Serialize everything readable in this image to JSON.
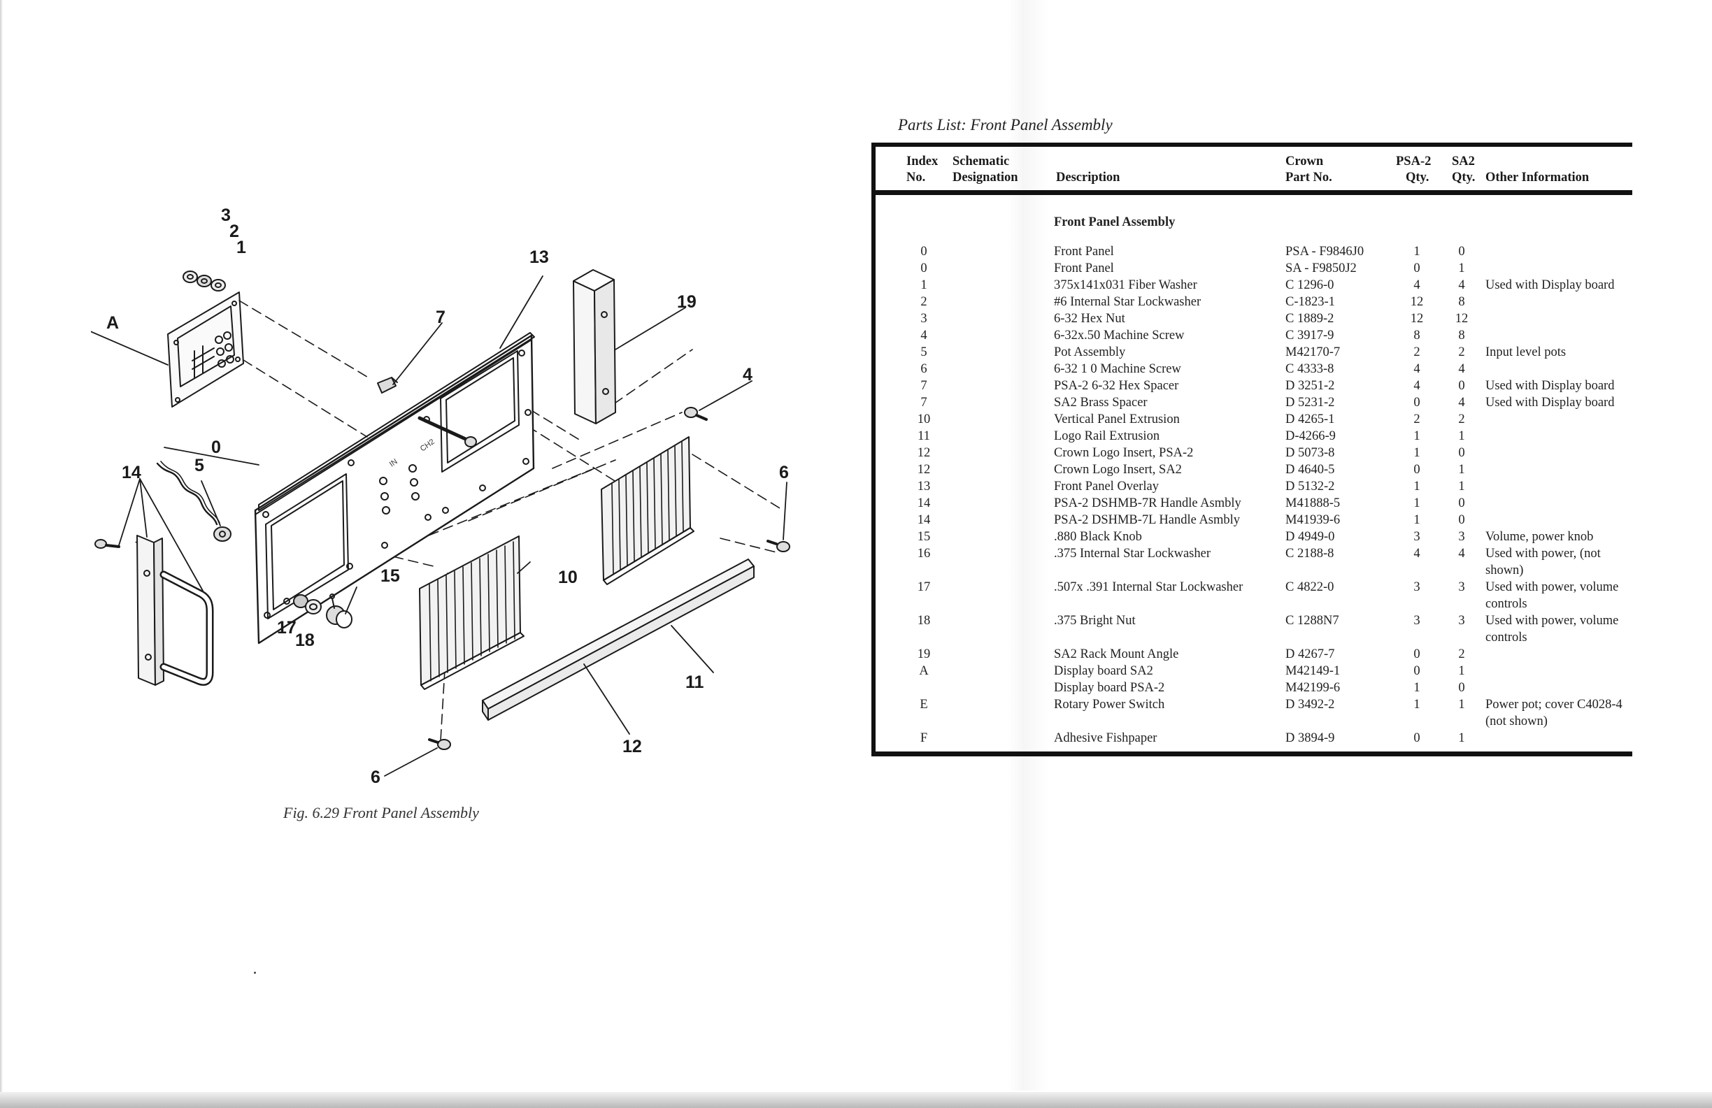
{
  "figure": {
    "caption": "Fig. 6.29  Front Panel Assembly",
    "callouts": [
      "3",
      "2",
      "1",
      "A",
      "13",
      "7",
      "19",
      "4",
      "0",
      "14",
      "5",
      "6",
      "15",
      "10",
      "17",
      "18",
      "11",
      "12",
      "6"
    ]
  },
  "parts_list": {
    "title": "Parts List:   Front Panel Assembly",
    "headers": {
      "index_1": "Index",
      "index_2": "No.",
      "schematic_1": "Schematic",
      "schematic_2": "Designation",
      "description": "Description",
      "part_1": "Crown",
      "part_2": "Part No.",
      "psa_1": "PSA-2",
      "psa_2": "Qty.",
      "sa2_1": "SA2",
      "sa2_2": "Qty.",
      "other": "Other Information"
    },
    "section": "Front Panel Assembly",
    "rows": [
      {
        "index": "0",
        "desc": "Front Panel",
        "part": "PSA - F9846J0",
        "psa": "1",
        "sa2": "0",
        "other": ""
      },
      {
        "index": "0",
        "desc": "Front Panel",
        "part": "SA - F9850J2",
        "psa": "0",
        "sa2": "1",
        "other": ""
      },
      {
        "index": "1",
        "desc": "375x141x031 Fiber Washer",
        "part": "C 1296-0",
        "psa": "4",
        "sa2": "4",
        "other": "Used with Display board"
      },
      {
        "index": "2",
        "desc": "#6 Internal Star Lockwasher",
        "part": "C-1823-1",
        "psa": "12",
        "sa2": "8",
        "other": ""
      },
      {
        "index": "3",
        "desc": "6-32 Hex Nut",
        "part": "C 1889-2",
        "psa": "12",
        "sa2": "12",
        "other": ""
      },
      {
        "index": "4",
        "desc": "6-32x.50 Machine Screw",
        "part": "C 3917-9",
        "psa": "8",
        "sa2": "8",
        "other": ""
      },
      {
        "index": "5",
        "desc": "Pot Assembly",
        "part": "M42170-7",
        "psa": "2",
        "sa2": "2",
        "other": "Input level pots"
      },
      {
        "index": "6",
        "desc": "6-32 1 0 Machine Screw",
        "part": "C 4333-8",
        "psa": "4",
        "sa2": "4",
        "other": ""
      },
      {
        "index": "7",
        "desc": "PSA-2 6-32 Hex Spacer",
        "part": "D 3251-2",
        "psa": "4",
        "sa2": "0",
        "other": "Used with Display board"
      },
      {
        "index": "7",
        "desc": "SA2 Brass Spacer",
        "part": "D 5231-2",
        "psa": "0",
        "sa2": "4",
        "other": "Used with Display board"
      },
      {
        "index": "10",
        "desc": "Vertical Panel Extrusion",
        "part": "D 4265-1",
        "psa": "2",
        "sa2": "2",
        "other": ""
      },
      {
        "index": "11",
        "desc": "Logo Rail Extrusion",
        "part": "D-4266-9",
        "psa": "1",
        "sa2": "1",
        "other": ""
      },
      {
        "index": "12",
        "desc": "Crown Logo Insert, PSA-2",
        "part": "D 5073-8",
        "psa": "1",
        "sa2": "0",
        "other": ""
      },
      {
        "index": "12",
        "desc": "Crown Logo Insert, SA2",
        "part": "D 4640-5",
        "psa": "0",
        "sa2": "1",
        "other": ""
      },
      {
        "index": "13",
        "desc": "Front Panel Overlay",
        "part": "D 5132-2",
        "psa": "1",
        "sa2": "1",
        "other": ""
      },
      {
        "index": "14",
        "desc": "PSA-2 DSHMB-7R Handle Asmbly",
        "part": "M41888-5",
        "psa": "1",
        "sa2": "0",
        "other": ""
      },
      {
        "index": "14",
        "desc": "PSA-2 DSHMB-7L Handle Asmbly",
        "part": "M41939-6",
        "psa": "1",
        "sa2": "0",
        "other": ""
      },
      {
        "index": "15",
        "desc": ".880 Black Knob",
        "part": "D 4949-0",
        "psa": "3",
        "sa2": "3",
        "other": "Volume, power knob"
      },
      {
        "index": "16",
        "desc": ".375 Internal Star Lockwasher",
        "part": "C 2188-8",
        "psa": "4",
        "sa2": "4",
        "other": "Used with power, (not shown)"
      },
      {
        "index": "17",
        "desc": ".507x .391 Internal Star Lockwasher",
        "part": "C 4822-0",
        "psa": "3",
        "sa2": "3",
        "other": "Used with power, volume controls"
      },
      {
        "index": "18",
        "desc": ".375 Bright Nut",
        "part": "C 1288N7",
        "psa": "3",
        "sa2": "3",
        "other": "Used with power, volume controls"
      },
      {
        "index": "19",
        "desc": "SA2 Rack Mount Angle",
        "part": "D 4267-7",
        "psa": "0",
        "sa2": "2",
        "other": ""
      },
      {
        "index": "A",
        "desc": "Display board SA2",
        "part": "M42149-1",
        "psa": "0",
        "sa2": "1",
        "other": ""
      },
      {
        "index": "",
        "desc": "Display board PSA-2",
        "part": "M42199-6",
        "psa": "1",
        "sa2": "0",
        "other": ""
      },
      {
        "index": "E",
        "desc": "Rotary Power Switch",
        "part": "D 3492-2",
        "psa": "1",
        "sa2": "1",
        "other": "Power pot; cover C4028-4 (not shown)"
      },
      {
        "index": "F",
        "desc": "Adhesive Fishpaper",
        "part": "D 3894-9",
        "psa": "0",
        "sa2": "1",
        "other": ""
      }
    ]
  }
}
